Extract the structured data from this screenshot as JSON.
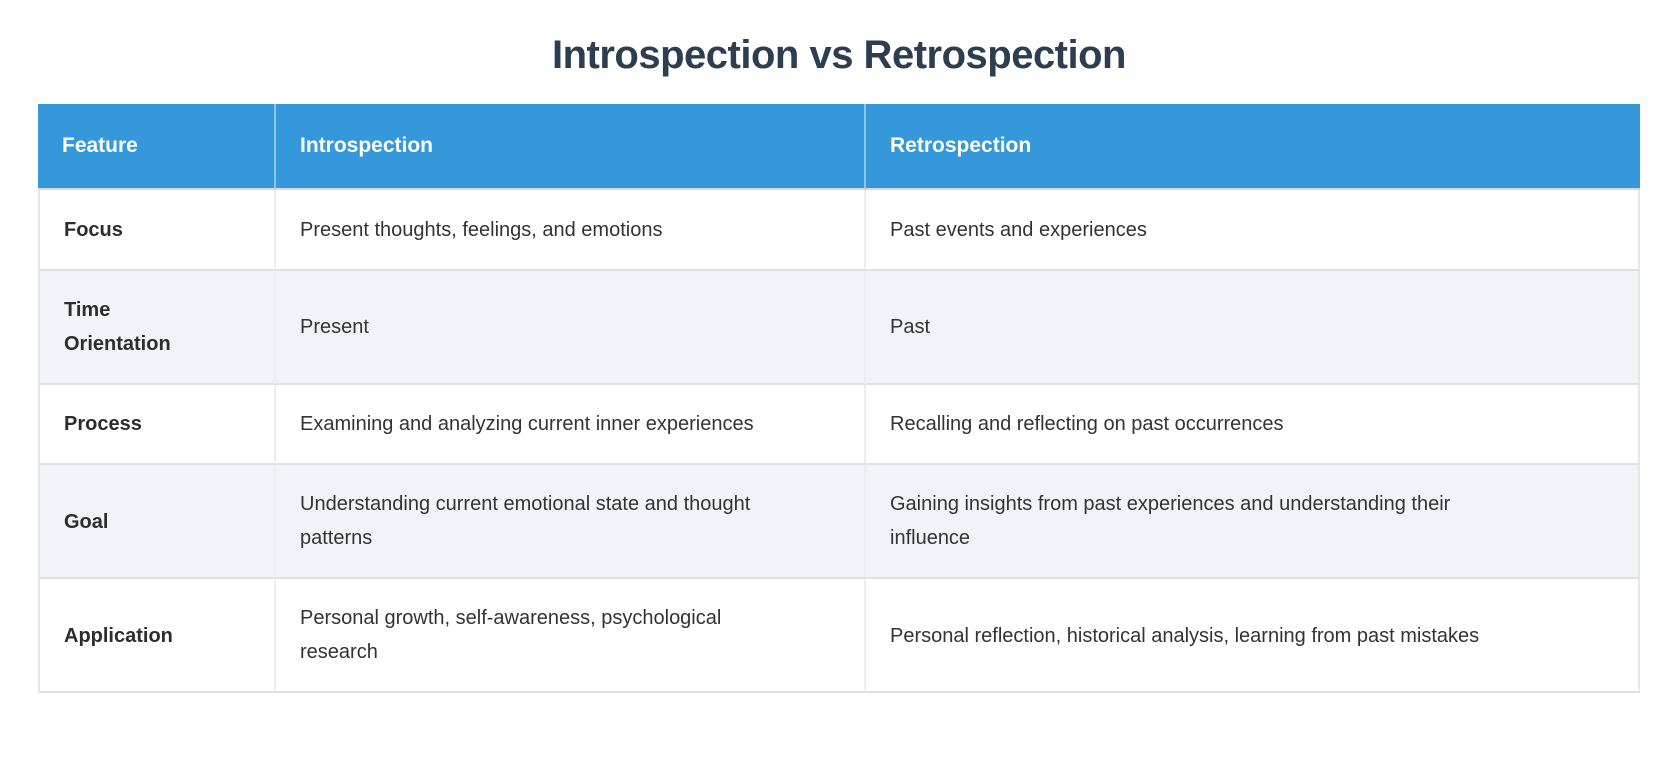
{
  "page": {
    "title": "Introspection vs Retrospection"
  },
  "table": {
    "columns": {
      "feature": "Feature",
      "introspection": "Introspection",
      "retrospection": "Retrospection"
    },
    "rows": [
      {
        "feature": "Focus",
        "introspection": "Present thoughts, feelings, and emotions",
        "retrospection": "Past events and experiences"
      },
      {
        "feature": "Time Orientation",
        "introspection": "Present",
        "retrospection": "Past"
      },
      {
        "feature": "Process",
        "introspection": "Examining and analyzing current inner experiences",
        "retrospection": "Recalling and reflecting on past occurrences"
      },
      {
        "feature": "Goal",
        "introspection": "Understanding current emotional state and thought patterns",
        "retrospection": "Gaining insights from past experiences and understanding their influence"
      },
      {
        "feature": "Application",
        "introspection": "Personal growth, self-awareness, psychological research",
        "retrospection": "Personal reflection, historical analysis, learning from past mistakes"
      }
    ],
    "colors": {
      "header_background": "#3498db",
      "header_text": "#ffffff",
      "alternate_row_background": "#f0f4f9",
      "title_text": "#2c3e50",
      "body_text": "#333333",
      "border": "#e0e0e0"
    }
  }
}
